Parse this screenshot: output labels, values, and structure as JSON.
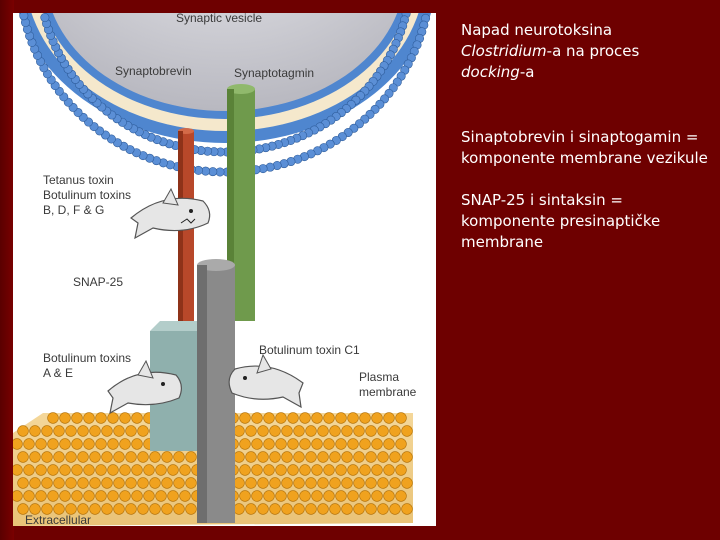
{
  "slide": {
    "title_line1": "Napad neurotoksina",
    "title_line2_italic": "Clostridium",
    "title_line2_rest": "-a na proces",
    "title_line3_italic": "docking",
    "title_line3_rest": "-a",
    "para2": "Sinaptobrevin i sinaptogamin = komponente membrane vezikule",
    "para3": "SNAP-25 i sintaksin = komponente presinaptičke membrane"
  },
  "figure": {
    "labels": {
      "synaptic_vesicle": "Synaptic vesicle",
      "synaptobrevin": "Synaptobrevin",
      "synaptotagmin": "Synaptotagmin",
      "tetanus_1": "Tetanus toxin",
      "tetanus_2": "Botulinum toxins",
      "tetanus_3": "B, D, F & G",
      "snap25": "SNAP-25",
      "botae_1": "Botulinum toxins",
      "botae_2": "A & E",
      "botc1": "Botulinum toxin C1",
      "plasma_1": "Plasma",
      "plasma_2": "membrane",
      "extracellular": "Extracellular"
    }
  },
  "colors": {
    "background": "#6e0000",
    "text": "#ffffff",
    "lipid_head_vesicle": "#5b8fd6",
    "lipid_head_membrane": "#f0a21e",
    "synaptobrevin": "#b8482a",
    "synaptotagmin": "#6f9a4c",
    "syntaxin": "#8a8a8a",
    "snap25": "#8fb0ad"
  }
}
